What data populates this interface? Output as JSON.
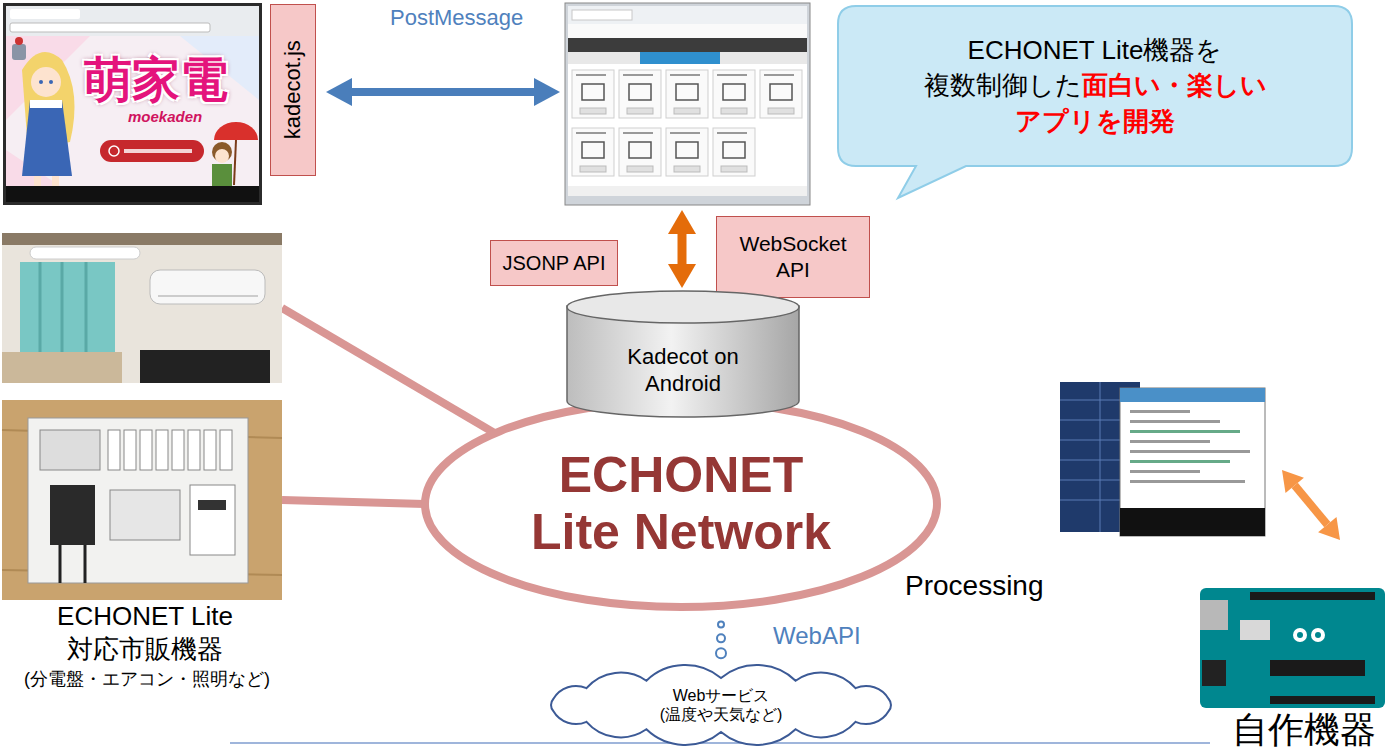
{
  "diagram": {
    "nodes": [
      {
        "text": [
          "kadecot.js"
        ]
      },
      {
        "text": [
          "ECHONET Lite機器を",
          "複数制御した",
          "面白い・楽しい",
          "アプリを開発"
        ]
      },
      {
        "text": [
          "JSONP API"
        ]
      },
      {
        "text": [
          "WebSocket API"
        ]
      },
      {
        "text": [
          "Kadecot on Android"
        ]
      },
      {
        "text": [
          "ECHONET Lite Network"
        ]
      },
      {
        "text": [
          "Webサービス (温度や天気など)"
        ]
      }
    ],
    "edges": [
      {
        "from": 5,
        "to": 6,
        "arrow": "none",
        "label": "WebAPI"
      }
    ],
    "labels": [
      "PostMessage",
      "萌家電",
      "moekaden",
      "ECHONET Lite 対応市販機器",
      "(分電盤・エアコン・照明など)",
      "Processing",
      "自作機器"
    ]
  }
}
